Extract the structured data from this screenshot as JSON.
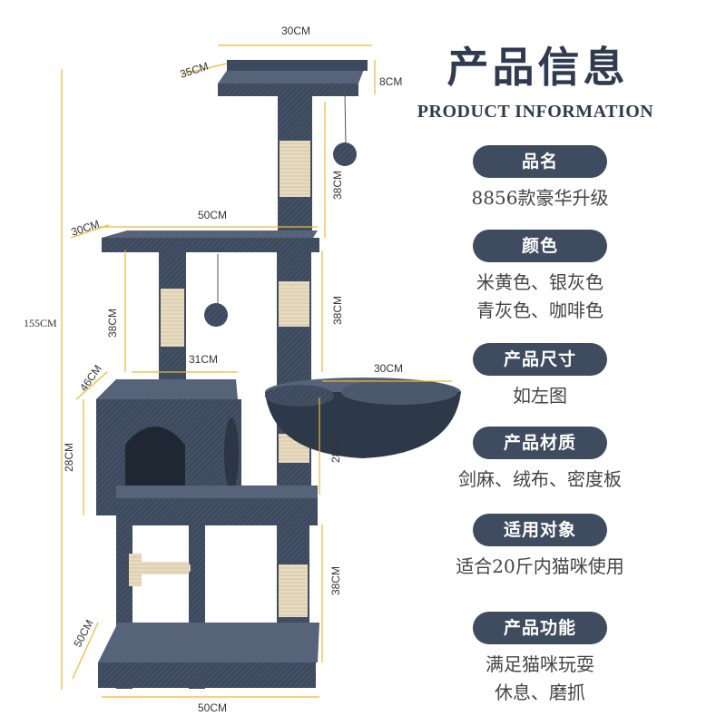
{
  "header": {
    "title": "产品信息",
    "subtitle": "PRODUCT INFORMATION"
  },
  "sections": [
    {
      "label": "品名",
      "lines": [
        "8856款豪华升级"
      ]
    },
    {
      "label": "颜色",
      "lines": [
        "米黄色、银灰色",
        "青灰色、咖啡色"
      ]
    },
    {
      "label": "产品尺寸",
      "lines": [
        "如左图"
      ]
    },
    {
      "label": "产品材质",
      "lines": [
        "剑麻、绒布、密度板"
      ]
    },
    {
      "label": "适用对象",
      "lines": [
        "适合20斤内猫咪使用"
      ]
    },
    {
      "label": "产品功能",
      "lines": [
        "满足猫咪玩耍",
        "休息、磨抓"
      ]
    }
  ],
  "dimensions": {
    "top_width": "30CM",
    "top_depth": "35CM",
    "top_height": "8CM",
    "upper_post": "38CM",
    "mid_width": "50CM",
    "mid_depth": "30CM",
    "total_height": "155CM",
    "mid_post_left": "38CM",
    "mid_post_right": "38CM",
    "house_width": "31CM",
    "house_depth": "46CM",
    "hammock_width": "30CM",
    "house_height": "28CM",
    "hammock_post": "28CM",
    "lower_post": "38CM",
    "base_depth": "50CM",
    "base_width": "50CM"
  },
  "colors": {
    "plush": "#3d4a5e",
    "plush_light": "#566378",
    "sisal": "#e7dcc2",
    "dimension_line": "#f0b830",
    "pill": "#3f4b5f",
    "title": "#2f3b4e"
  }
}
